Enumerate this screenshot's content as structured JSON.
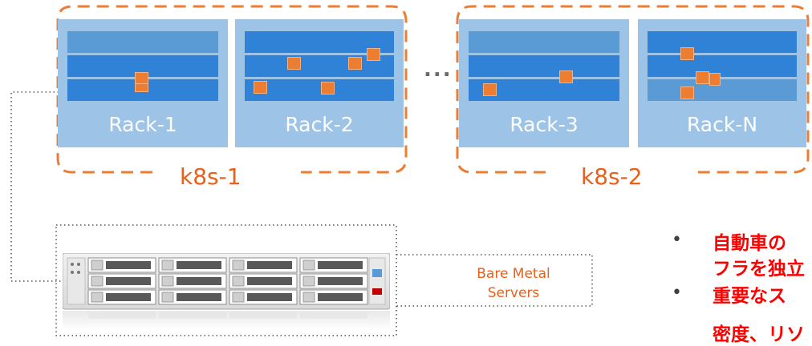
{
  "racks": [
    {
      "label": "Rack-1"
    },
    {
      "label": "Rack-2"
    },
    {
      "label": "Rack-3"
    },
    {
      "label": "Rack-N"
    }
  ],
  "clusters": [
    {
      "label": "k8s-1"
    },
    {
      "label": "k8s-2"
    }
  ],
  "ellipsis": "...",
  "bare_metal": {
    "line1": "Bare Metal",
    "line2": "Servers"
  },
  "bullets": [
    {
      "text": "自動車の"
    },
    {
      "text": "フラを独立"
    },
    {
      "text": "重要なス"
    },
    {
      "text": "密度、リソ"
    }
  ],
  "colors": {
    "rack_bg": "#9dc3e6",
    "band": "#2f82d6",
    "pod": "#ed7d31",
    "cluster_border": "#ed7d31",
    "bullet_text": "#ff0000"
  }
}
